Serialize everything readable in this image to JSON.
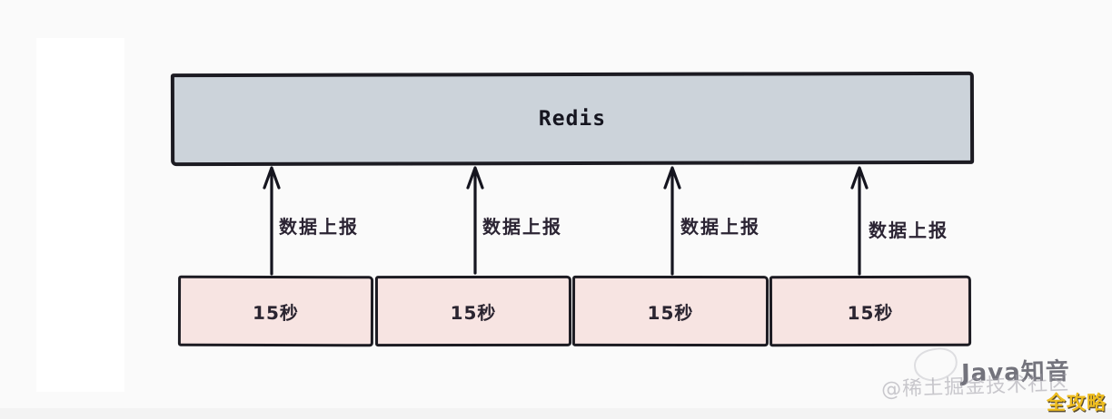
{
  "diagram": {
    "redis": {
      "label": "Redis"
    },
    "arrows": [
      {
        "label": "数据上报"
      },
      {
        "label": "数据上报"
      },
      {
        "label": "数据上报"
      },
      {
        "label": "数据上报"
      }
    ],
    "slots": [
      {
        "label": "15秒"
      },
      {
        "label": "15秒"
      },
      {
        "label": "15秒"
      },
      {
        "label": "15秒"
      }
    ]
  },
  "watermarks": {
    "brand": "Java知音",
    "community": "@稀土掘金技术社区",
    "badge": "全攻略"
  },
  "colors": {
    "background": "#fafafa",
    "redis_fill": "#ccd3da",
    "slot_fill": "#f7e4e2",
    "stroke": "#1c1b22",
    "label_text": "#2b2433",
    "badge_gold": "#eebd1f",
    "brand_gray": "#56565f",
    "community_gray": "#9e9ca5"
  }
}
